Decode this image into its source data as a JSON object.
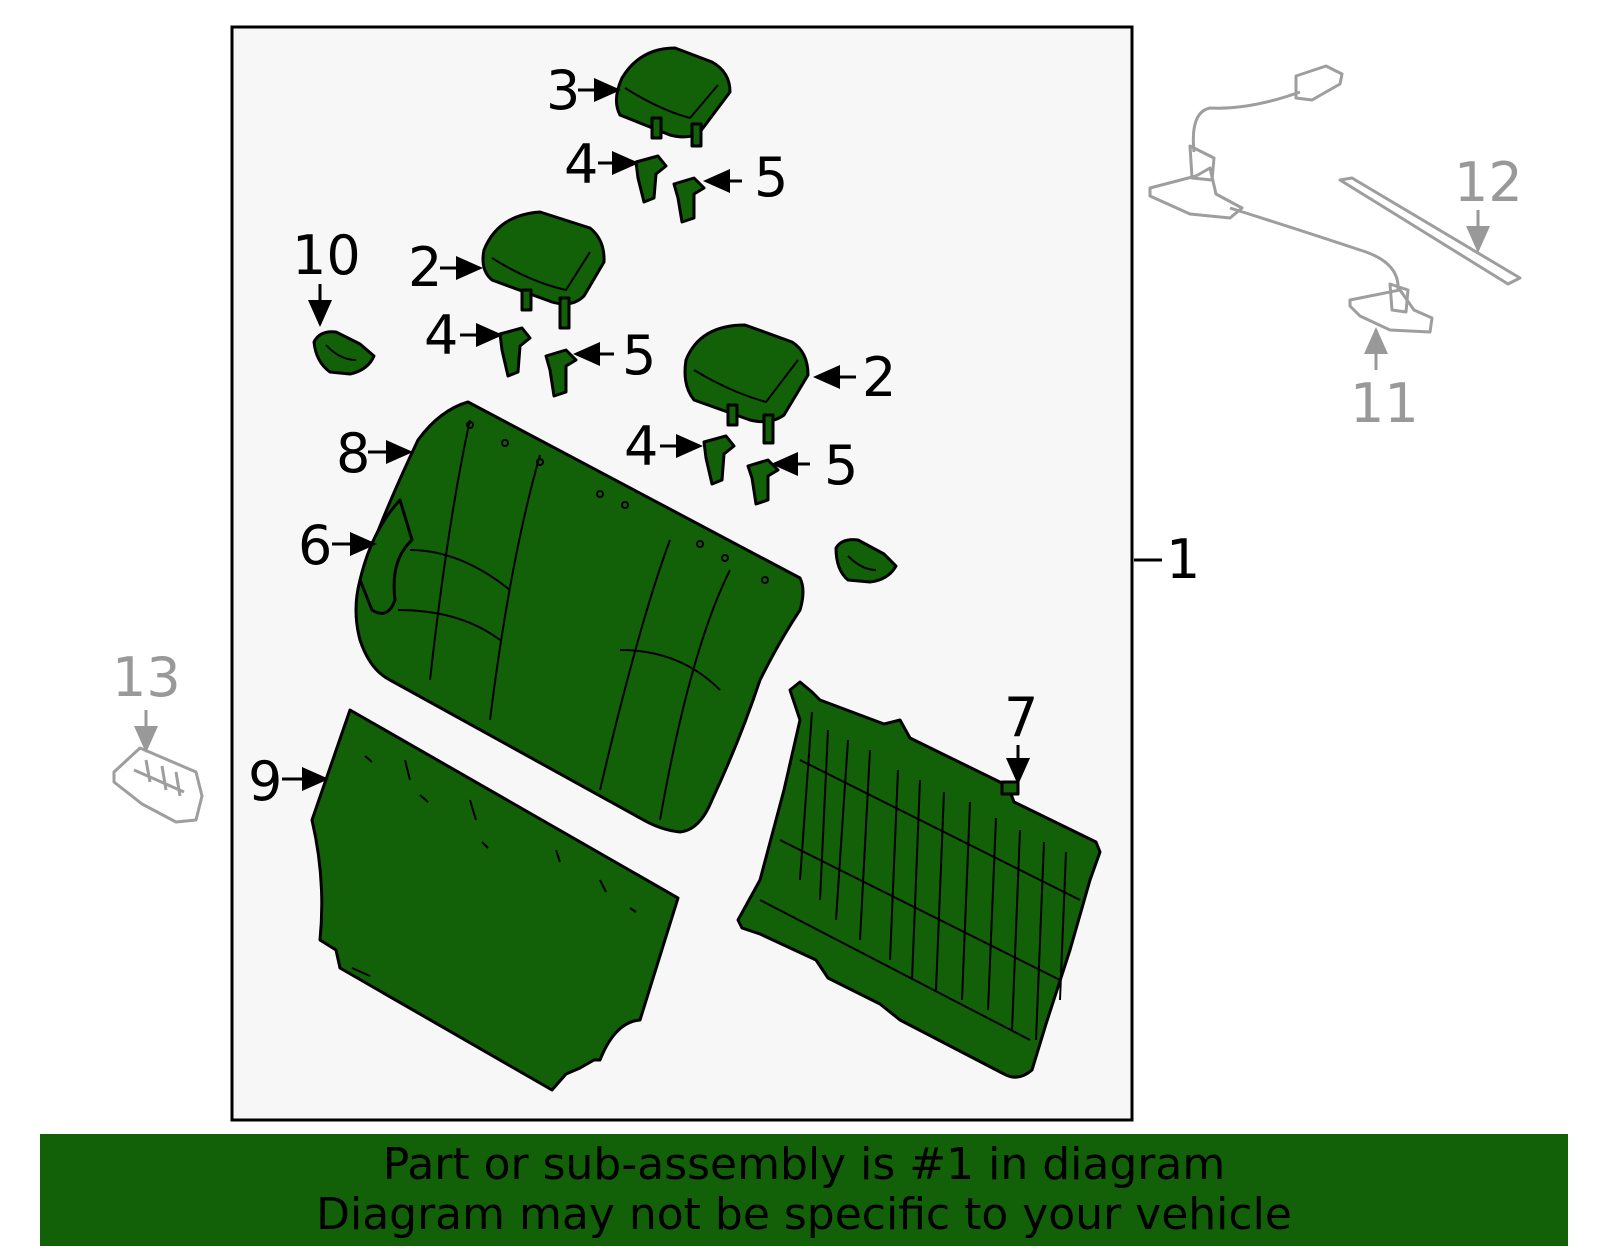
{
  "colors": {
    "part_fill": "#126007",
    "outline": "#000000",
    "external_part": "#999999",
    "panel_background": "#f7f7f7",
    "banner": "#126007"
  },
  "callouts": {
    "c1": "1",
    "c2a": "2",
    "c2b": "2",
    "c3": "3",
    "c4a": "4",
    "c4b": "4",
    "c4c": "4",
    "c5a": "5",
    "c5b": "5",
    "c5c": "5",
    "c6": "6",
    "c7": "7",
    "c8": "8",
    "c9": "9",
    "c10": "10",
    "c11": "11",
    "c12": "12",
    "c13": "13"
  },
  "banner": {
    "line1": "Part or sub-assembly is #1 in diagram",
    "line2": "Diagram may not be specific to your vehicle"
  }
}
